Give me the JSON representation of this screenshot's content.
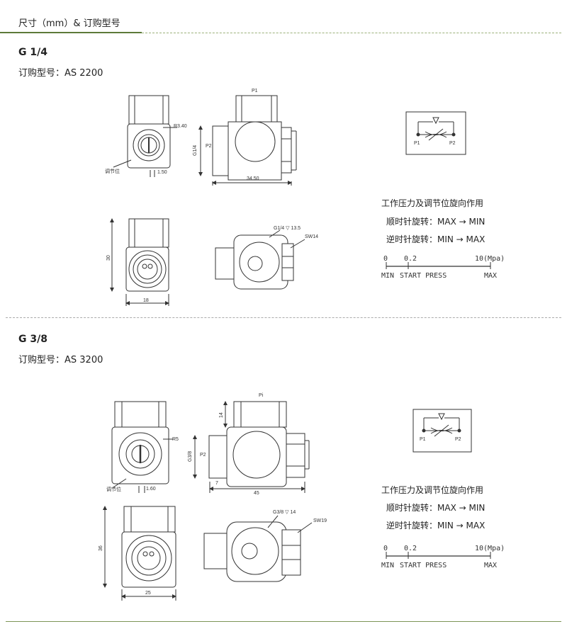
{
  "header": {
    "title": "尺寸（mm）& 订购型号"
  },
  "sections": [
    {
      "title": "G 1/4",
      "order": "订购型号：AS 2200",
      "dims": {
        "r": "R3.40",
        "adjust": "调节位",
        "w150": "1.50",
        "p1": "P1",
        "p2": "P2",
        "g": "G1/4",
        "len": "34.50",
        "h": "30",
        "w": "18",
        "thread": "G1/4 ▽ 13.5",
        "sw": "SW14"
      },
      "symbol": {
        "p1": "P1",
        "p2": "P2"
      },
      "info": {
        "title": "工作压力及调节位旋向作用",
        "cw": "顺时针旋转：MAX → MIN",
        "ccw": "逆时针旋转：MIN → MAX"
      },
      "scale": {
        "v0": "0",
        "v1": "0.2",
        "v2": "10(Mpa)",
        "min": "MIN",
        "start": "START PRESS",
        "max": "MAX"
      }
    },
    {
      "title": "G 3/8",
      "order": "订购型号：AS 3200",
      "dims": {
        "r": "R5",
        "adjust": "调节位",
        "w160": "1.60",
        "p1": "Pi",
        "p2": "P2",
        "g": "G3/8",
        "d14": "14",
        "d7": "7",
        "len": "45",
        "h": "36",
        "w": "25",
        "thread": "G3/8 ▽ 14",
        "sw": "SW19"
      },
      "symbol": {
        "p1": "P1",
        "p2": "P2"
      },
      "info": {
        "title": "工作压力及调节位旋向作用",
        "cw": "顺时针旋转：MAX → MIN",
        "ccw": "逆时针旋转：MIN → MAX"
      },
      "scale": {
        "v0": "0",
        "v1": "0.2",
        "v2": "10(Mpa)",
        "min": "MIN",
        "start": "START PRESS",
        "max": "MAX"
      }
    }
  ]
}
